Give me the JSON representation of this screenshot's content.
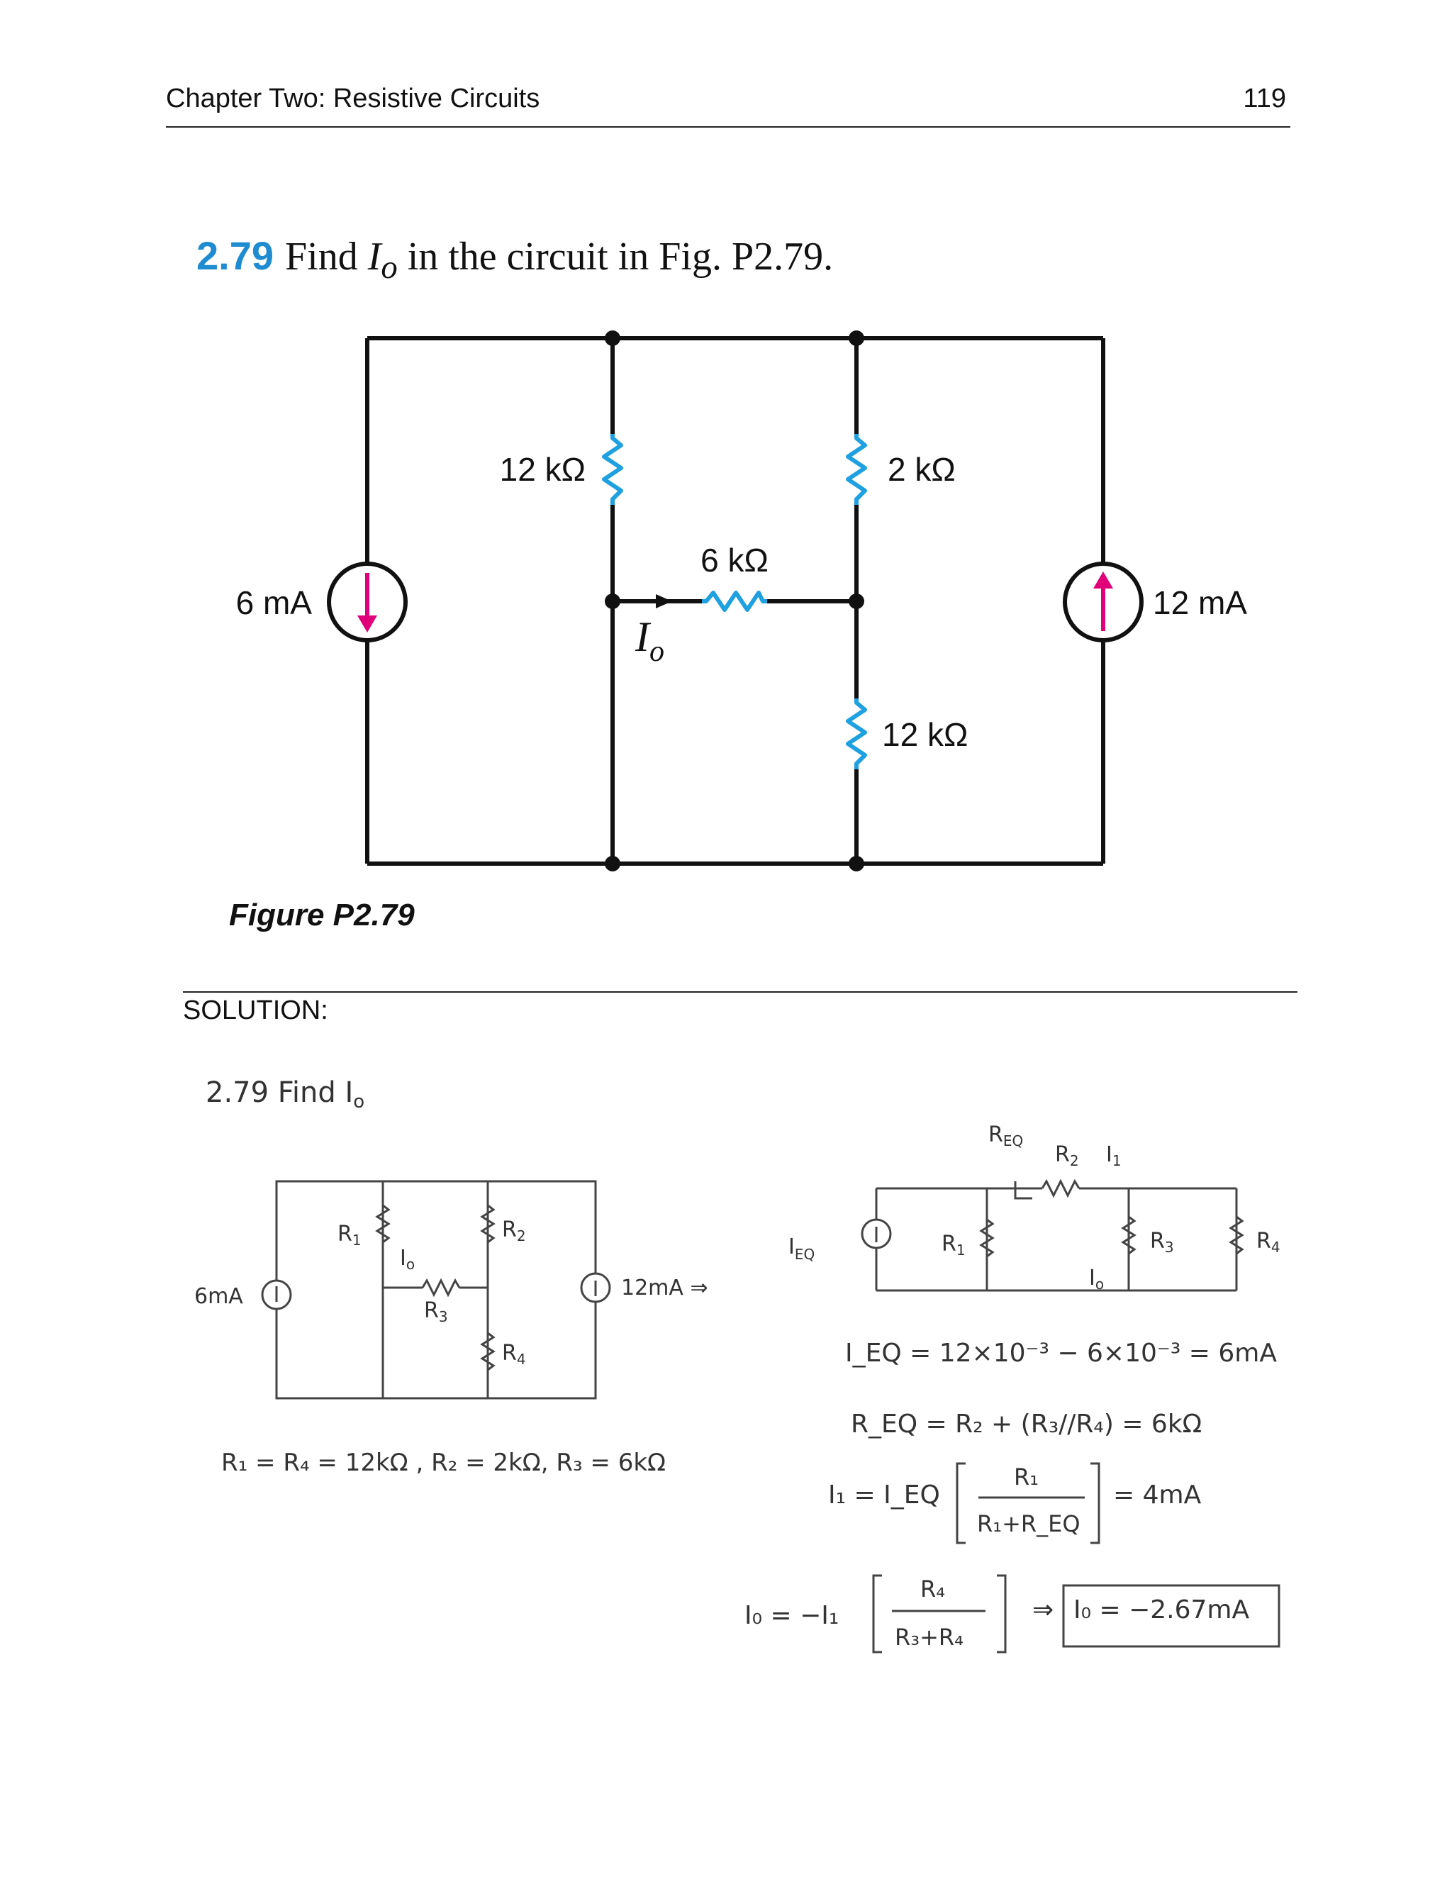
{
  "header": {
    "chapter": "Chapter Two: Resistive Circuits",
    "page": "119"
  },
  "problem": {
    "number": "2.79",
    "text_before": "Find ",
    "var_main": "I",
    "var_sub": "o",
    "text_after": " in the circuit in Fig. P2.79."
  },
  "figure": {
    "caption": "Figure P2.79",
    "labels": {
      "src_left": "6 mA",
      "src_right": "12 mA",
      "r_top_left": "12 kΩ",
      "r_top_right": "2 kΩ",
      "r_mid": "6 kΩ",
      "r_bottom_right": "12 kΩ",
      "io": "I",
      "io_sub": "o"
    },
    "colors": {
      "resistor": "#1fa0e0",
      "arrow": "#e0007a",
      "wire": "#111111"
    }
  },
  "solution": {
    "label": "SOLUTION:",
    "title": "2.79  Find I",
    "title_sub": "o",
    "sketch_left": {
      "src_left": "6mA",
      "r1": "R",
      "r1_sub": "1",
      "r2": "R",
      "r2_sub": "2",
      "r3": "R",
      "r3_sub": "3",
      "r4": "R",
      "r4_sub": "4",
      "io": "I",
      "io_sub": "o",
      "src_right": "12mA ⇒"
    },
    "values": "R₁ = R₄ = 12kΩ , R₂ = 2kΩ, R₃ = 6kΩ",
    "sketch_right": {
      "req": "R",
      "req_sub": "EQ",
      "r2": "R",
      "r2_sub": "2",
      "i1": "I",
      "i1_sub": "1",
      "ieq": "I",
      "ieq_sub": "EQ",
      "r1": "R",
      "r1_sub": "1",
      "r3": "R",
      "r3_sub": "3",
      "r4": "R",
      "r4_sub": "4",
      "io": "I",
      "io_sub": "o"
    },
    "eq1": "I_EQ = 12×10⁻³ − 6×10⁻³ = 6mA",
    "eq2": "R_EQ = R₂ + (R₃//R₄) = 6kΩ",
    "eq3_lhs": "I₁ = I_EQ",
    "eq3_num": "R₁",
    "eq3_den": "R₁+R_EQ",
    "eq3_rhs": "= 4mA",
    "eq4_lhs": "I₀ = −I₁",
    "eq4_num": "R₄",
    "eq4_den": "R₃+R₄",
    "eq4_arrow": "⇒",
    "answer": "I₀ = −2.67mA"
  }
}
